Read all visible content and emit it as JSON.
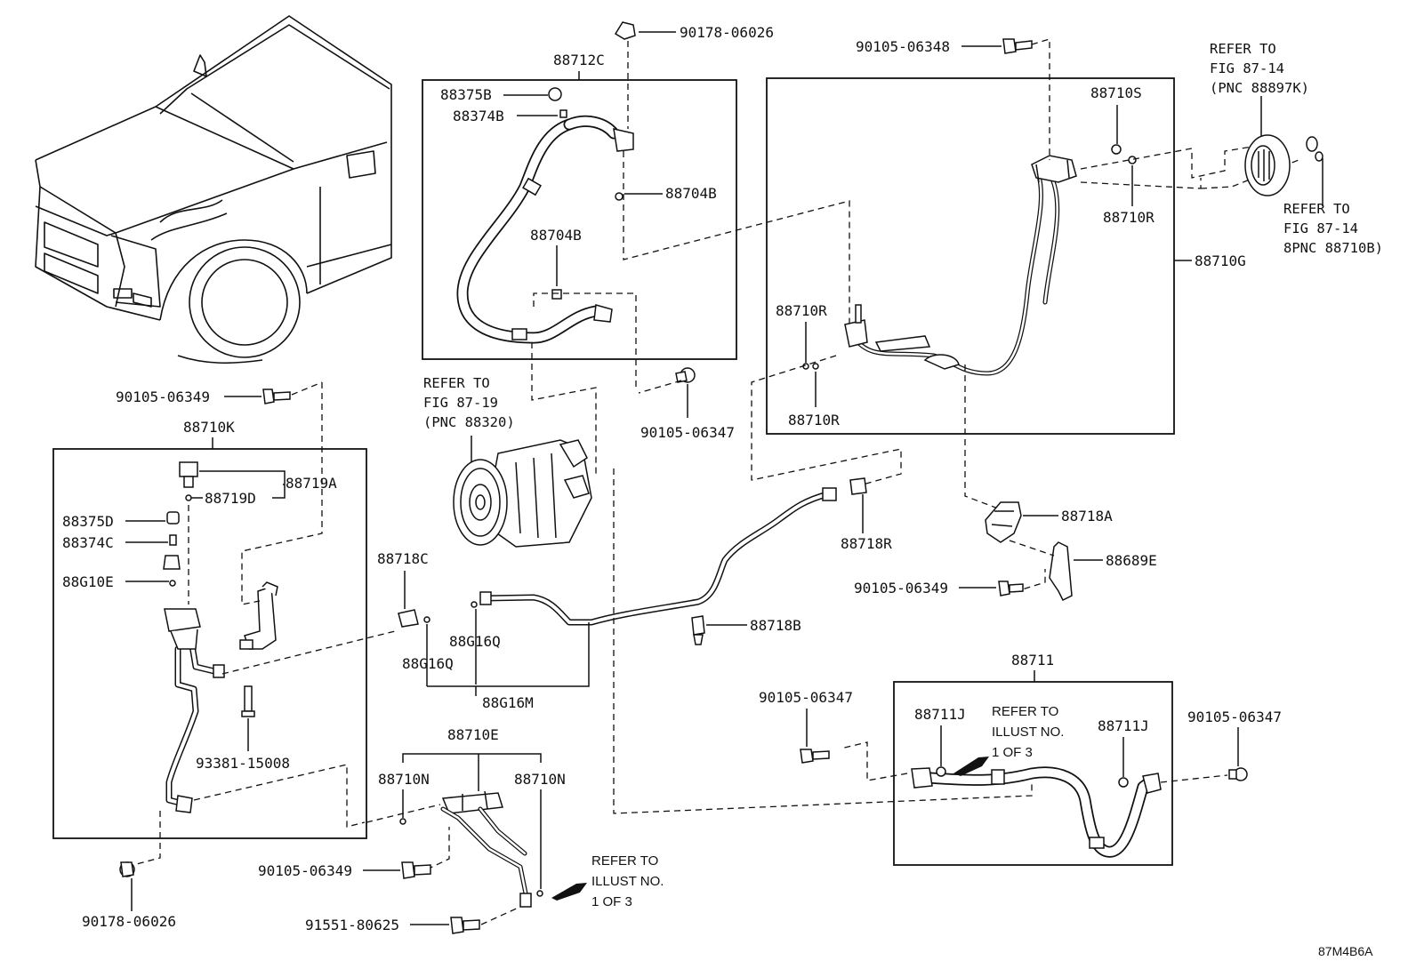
{
  "diagram_id": "87M4B6A",
  "parts": {
    "p88712C": "88712C",
    "p88375B": "88375B",
    "p88374B": "88374B",
    "p88704B_a": "88704B",
    "p88704B_b": "88704B",
    "p90178_06026_top": "90178-06026",
    "p90105_06348": "90105-06348",
    "p88710S": "88710S",
    "p88710R_a": "88710R",
    "p88710R_b": "88710R",
    "p88710R_c": "88710R",
    "p88710G": "88710G",
    "p90105_06347_a": "90105-06347",
    "p90105_06349_a": "90105-06349",
    "p88710K": "88710K",
    "p88719A": "88719A",
    "p88719D": "88719D",
    "p88375D": "88375D",
    "p88374C": "88374C",
    "p88G10E": "88G10E",
    "p93381_15008": "93381-15008",
    "p88718C": "88718C",
    "p88G16Q_a": "88G16Q",
    "p88G16Q_b": "88G16Q",
    "p88G16M": "88G16M",
    "p88718B": "88718B",
    "p88718R": "88718R",
    "p88718A": "88718A",
    "p88689E": "88689E",
    "p90105_06349_b": "90105-06349",
    "p88711": "88711",
    "p88711J_a": "88711J",
    "p88711J_b": "88711J",
    "p90105_06347_b": "90105-06347",
    "p90105_06347_c": "90105-06347",
    "p88710E": "88710E",
    "p88710N_a": "88710N",
    "p88710N_b": "88710N",
    "p90105_06349_c": "90105-06349",
    "p91551_80625": "91551-80625",
    "p90178_06026_bot": "90178-06026"
  },
  "notes": {
    "fig_87_14_pnc_88897K": [
      "REFER TO",
      "FIG 87-14",
      "(PNC 88897K)"
    ],
    "fig_87_14_pnc_88710B": [
      "REFER TO",
      "FIG 87-14",
      "8PNC 88710B)"
    ],
    "fig_87_19_pnc_88320": [
      "REFER TO",
      "FIG 87-19",
      "(PNC 88320)"
    ],
    "illust_1of3_a": [
      "REFER TO",
      "ILLUST NO.",
      "1 OF 3"
    ],
    "illust_1of3_b": [
      "REFER TO",
      "ILLUST NO.",
      "1 OF 3"
    ]
  }
}
